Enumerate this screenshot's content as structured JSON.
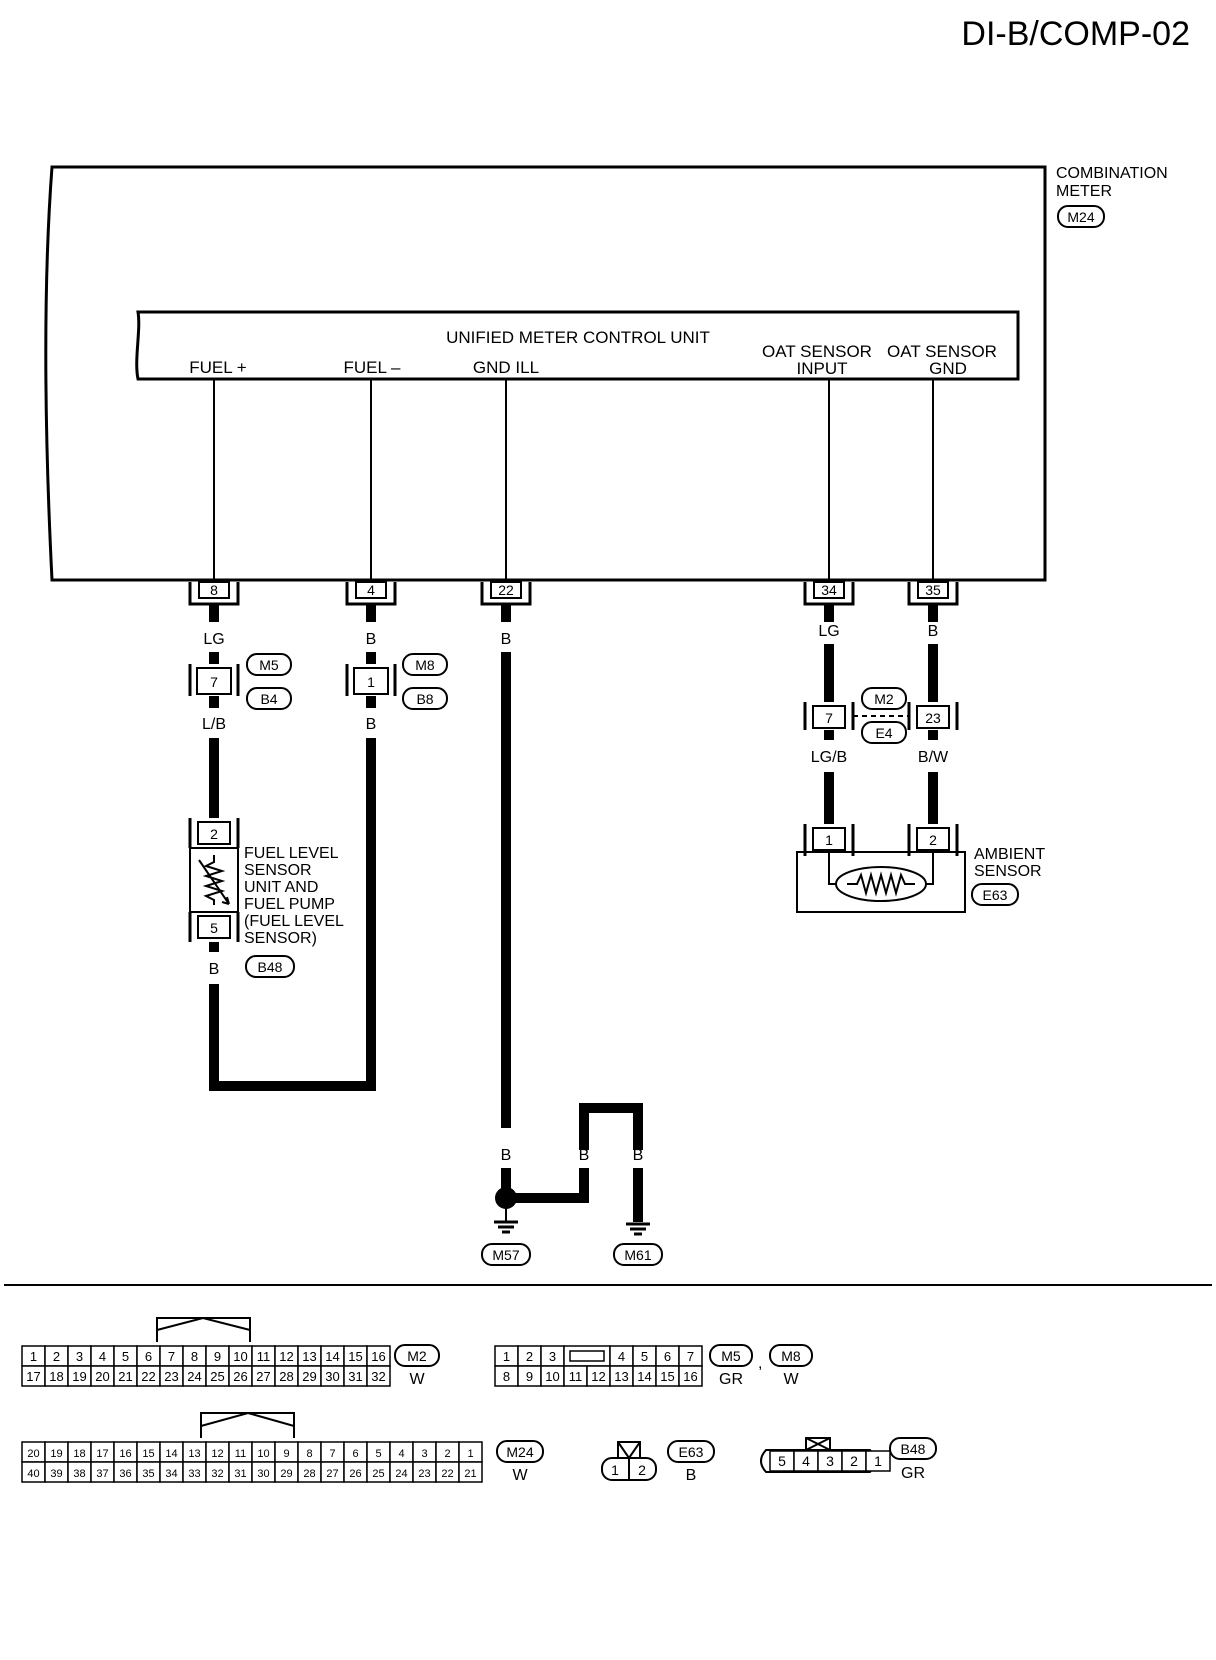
{
  "page_code": "DI-B/COMP-02",
  "meter": {
    "title_line1": "COMBINATION",
    "title_line2": "METER",
    "connector": "M24"
  },
  "control_unit": {
    "title": "UNIFIED METER CONTROL UNIT",
    "fuel_plus": "FUEL +",
    "fuel_minus": "FUEL –",
    "gnd_ill": "GND ILL",
    "oat_input_1": "OAT SENSOR",
    "oat_input_2": "INPUT",
    "oat_gnd_1": "OAT SENSOR",
    "oat_gnd_2": "GND"
  },
  "meter_pins": [
    "8",
    "4",
    "22",
    "34",
    "35"
  ],
  "wires": {
    "c1_top": "LG",
    "c1_mid": "L/B",
    "c1_bot": "B",
    "c2_top": "B",
    "c2_mid": "B",
    "c3_top": "B",
    "c4_top": "LG",
    "c4_mid": "LG/B",
    "c5_top": "B",
    "c5_mid": "B/W",
    "g1": "B",
    "g2": "B",
    "g3": "B"
  },
  "joints": {
    "j1_pin": "7",
    "j1_tag1": "M5",
    "j1_tag2": "B4",
    "j2_pin": "1",
    "j2_tag1": "M8",
    "j2_tag2": "B8",
    "j3_pin": "7",
    "j4_pin": "23",
    "j34_tag1": "M2",
    "j34_tag2": "E4"
  },
  "fuel_sensor": {
    "pin_top": "2",
    "pin_bot": "5",
    "label": [
      "FUEL LEVEL",
      "SENSOR",
      "UNIT AND",
      "FUEL PUMP",
      "(FUEL LEVEL",
      "SENSOR)"
    ],
    "connector": "B48"
  },
  "ambient_sensor": {
    "pin_1": "1",
    "pin_2": "2",
    "label_1": "AMBIENT",
    "label_2": "SENSOR",
    "connector": "E63"
  },
  "grounds": {
    "g1": "M57",
    "g2": "M61"
  },
  "connector_views": {
    "m2": {
      "tag": "M2",
      "color": "W",
      "row1": [
        "1",
        "2",
        "3",
        "4",
        "5",
        "6",
        "7",
        "8",
        "9",
        "10",
        "11",
        "12",
        "13",
        "14",
        "15",
        "16"
      ],
      "row2": [
        "17",
        "18",
        "19",
        "20",
        "21",
        "22",
        "23",
        "24",
        "25",
        "26",
        "27",
        "28",
        "29",
        "30",
        "31",
        "32"
      ]
    },
    "m5": {
      "tag1": "M5",
      "sep": ",",
      "tag2": "M8",
      "color1": "GR",
      "color2": "W",
      "row1": [
        "1",
        "2",
        "3",
        "",
        "4",
        "5",
        "6",
        "7"
      ],
      "row2": [
        "8",
        "9",
        "10",
        "11",
        "12",
        "13",
        "14",
        "15",
        "16"
      ]
    },
    "m24": {
      "tag": "M24",
      "color": "W",
      "row1": [
        "20",
        "19",
        "18",
        "17",
        "16",
        "15",
        "14",
        "13",
        "12",
        "11",
        "10",
        "9",
        "8",
        "7",
        "6",
        "5",
        "4",
        "3",
        "2",
        "1"
      ],
      "row2": [
        "40",
        "39",
        "38",
        "37",
        "36",
        "35",
        "34",
        "33",
        "32",
        "31",
        "30",
        "29",
        "28",
        "27",
        "26",
        "25",
        "24",
        "23",
        "22",
        "21"
      ]
    },
    "e63": {
      "tag": "E63",
      "color": "B",
      "pins": [
        "1",
        "2"
      ]
    },
    "b48": {
      "tag": "B48",
      "color": "GR",
      "pins": [
        "5",
        "4",
        "3",
        "2",
        "1"
      ]
    }
  }
}
